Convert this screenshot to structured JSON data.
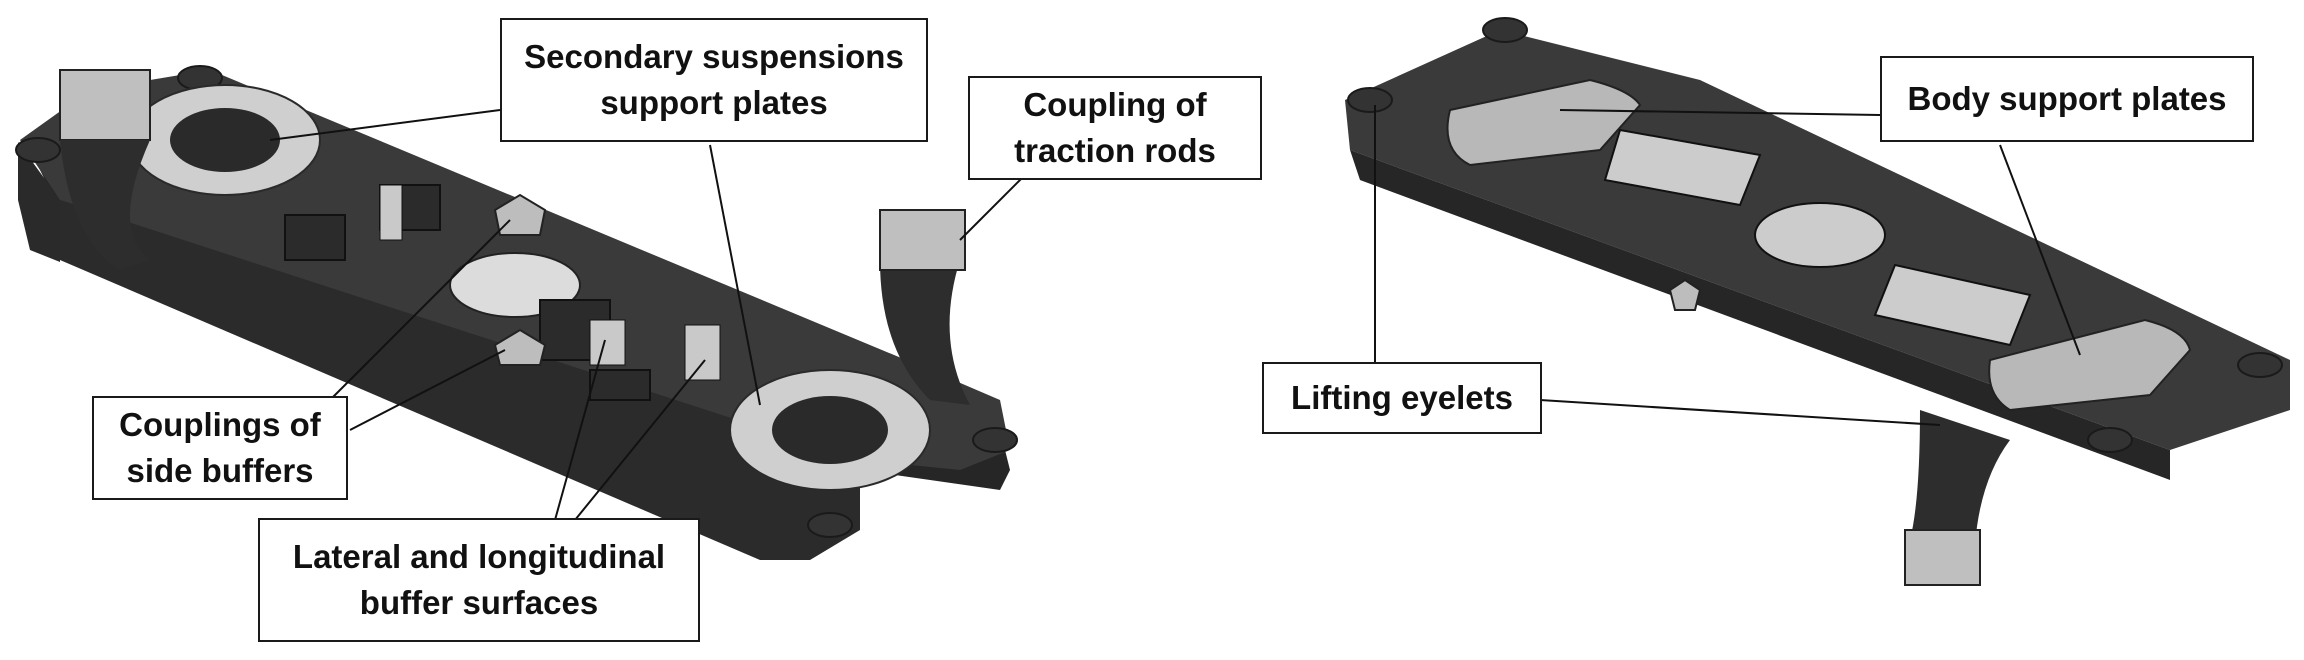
{
  "colors": {
    "frame_body": "#2f2f2f",
    "frame_top": "#3a3a3a",
    "frame_edge": "#1c1c1c",
    "plate_light": "#c9c9c9",
    "plate_gray": "#a8a8a8",
    "leader_line": "#111111",
    "callout_border": "#1a1a1a"
  },
  "left_view": {
    "labels": {
      "secondary_suspensions": [
        "Secondary suspensions",
        "support plates"
      ],
      "traction_rods": [
        "Coupling of",
        "traction rods"
      ],
      "side_buffers": [
        "Couplings of",
        "side buffers"
      ],
      "buffer_surfaces": [
        "Lateral and longitudinal",
        "buffer surfaces"
      ]
    }
  },
  "right_view": {
    "labels": {
      "body_support": "Body support plates",
      "lifting_eyelets": "Lifting eyelets"
    }
  }
}
